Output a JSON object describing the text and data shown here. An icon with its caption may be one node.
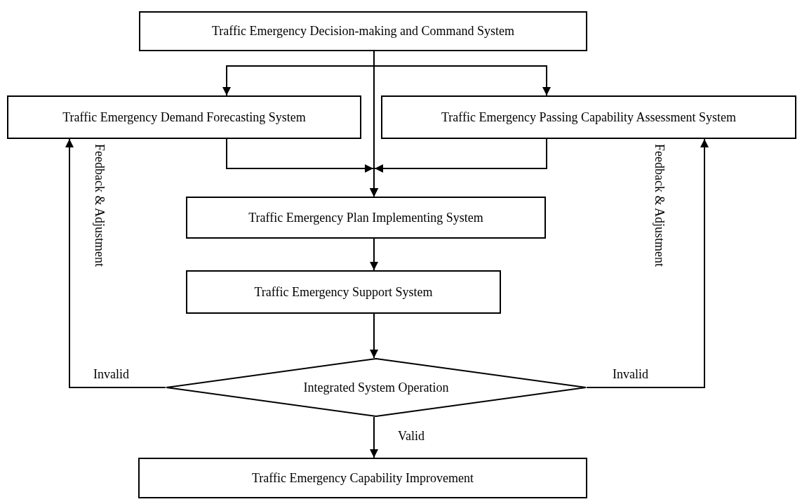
{
  "diagram": {
    "nodes": [
      {
        "text": [
          "Traffic Emergency Decision-making and Command System"
        ]
      },
      {
        "text": [
          "Traffic Emergency Demand Forecasting System"
        ]
      },
      {
        "text": [
          "Traffic Emergency Passing Capability Assessment System"
        ]
      },
      {
        "text": [
          "Traffic Emergency Plan Implementing System"
        ]
      },
      {
        "text": [
          "Traffic Emergency Support System"
        ]
      },
      {
        "text": [
          "Integrated System Operation"
        ]
      },
      {
        "text": [
          "Traffic Emergency Capability Improvement"
        ]
      }
    ],
    "edges": [
      {
        "from": 0,
        "to": 1,
        "arrow": "to"
      },
      {
        "from": 0,
        "to": 2,
        "arrow": "to"
      },
      {
        "from": 0,
        "to": 3,
        "arrow": "to"
      },
      {
        "from": 1,
        "to": 3,
        "arrow": "to"
      },
      {
        "from": 2,
        "to": 3,
        "arrow": "to"
      },
      {
        "from": 3,
        "to": 4,
        "arrow": "to"
      },
      {
        "from": 4,
        "to": 5,
        "arrow": "to"
      },
      {
        "from": 5,
        "to": 1,
        "arrow": "to",
        "label": "Invalid"
      },
      {
        "from": 5,
        "to": 2,
        "arrow": "to",
        "label": "Invalid"
      },
      {
        "from": 5,
        "to": 6,
        "arrow": "to",
        "label": "Valid"
      }
    ],
    "labels": [
      "Feedback & Adjustment",
      "Feedback & Adjustment"
    ]
  }
}
